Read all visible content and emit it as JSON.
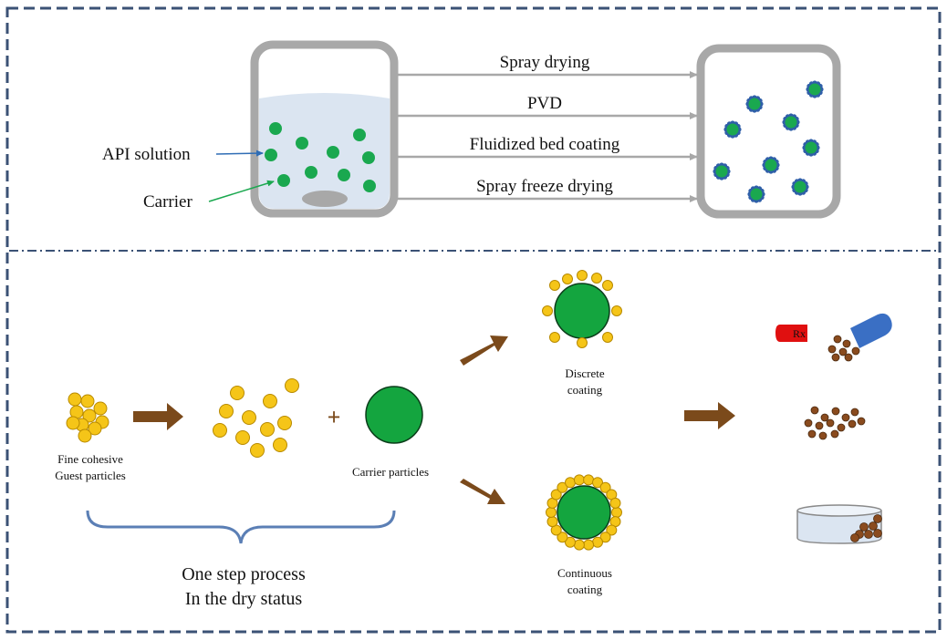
{
  "colors": {
    "frame": "#3b5275",
    "vessel": "#a8a8a8",
    "solution": "#dbe5f1",
    "api_green": "#1aa84f",
    "carrier_green": "#14a53f",
    "guest_yellow": "#f5c518",
    "guest_outline": "#b88a00",
    "arrow_brown": "#7b4a1b",
    "blue_arrow": "#2f6db5",
    "rx_red": "#e01010",
    "capsule_blue": "#3a6fc4",
    "powder_brown": "#8a4b1e",
    "bracket_blue": "#5b7fb5"
  },
  "top": {
    "labels": {
      "api_solution": "API solution",
      "carrier": "Carrier"
    },
    "methods": [
      "Spray drying",
      "PVD",
      "Fluidized bed coating",
      "Spray freeze drying"
    ]
  },
  "bottom": {
    "guest_label_line1": "Fine cohesive",
    "guest_label_line2": "Guest particles",
    "plus_sign": "+",
    "carrier_label": "Carrier particles",
    "discrete_line1": "Discrete",
    "discrete_line2": "coating",
    "continuous_line1": "Continuous",
    "continuous_line2": "coating",
    "process_line1": "One step process",
    "process_line2": "In the dry status",
    "rx_text": "Rx"
  }
}
